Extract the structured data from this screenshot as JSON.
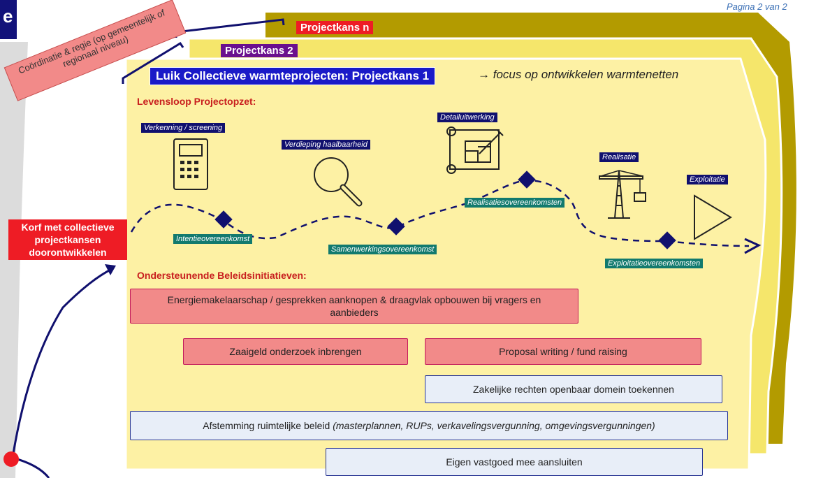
{
  "page_number": "Pagina 2 van 2",
  "header_letter": "e",
  "coordination_label": "Coördinatie & regie (op gemeentelijk of regionaal niveau)",
  "project_tags": {
    "n": "Projectkans n",
    "two": "Projectkans 2"
  },
  "title": "Luik Collectieve warmteprojecten: Projectkans 1",
  "focus": "→ focus op ontwikkelen warmtenetten",
  "lifecycle_heading": "Levensloop Projectopzet:",
  "stages": {
    "verkenning": "Verkenning / screening",
    "verdieping": "Verdieping haalbaarheid",
    "detail": "Detailuitwerking",
    "realisatie": "Realisatie",
    "exploitatie": "Exploitatie"
  },
  "agreements": {
    "intentie": "Intentieovereenkomst",
    "samenwerking": "Samenwerkingsovereenkomst",
    "realisatie": "Realisatiesovereenkomsten",
    "exploitatie": "Exploitatieovereenkomsten"
  },
  "korf": "Korf met collectieve projectkansen doorontwikkelen",
  "support_heading": "Ondersteunende Beleidsinitiatieven:",
  "initiatives": {
    "energiemakelaar": "Energiemakelaarschap / gesprekken aanknopen & draagvlak opbouwen bij vragers en aanbieders",
    "zaaigeld": "Zaaigeld onderzoek inbrengen",
    "proposal": "Proposal writing / fund raising",
    "zakelijke": "Zakelijke rechten openbaar domein toekennen",
    "afstemming_main": "Afstemming ruimtelijke beleid ",
    "afstemming_detail": "(masterplannen, RUPs, verkavelingsvergunning, omgevingsvergunningen)",
    "vastgoed": "Eigen vastgoed mee aansluiten"
  },
  "colors": {
    "page_back": "#b39b00",
    "page_mid": "#f5e66b",
    "page_front": "#fdf1a4",
    "navy": "#10106e",
    "teal": "#127a6e",
    "red": "#ee1c25"
  }
}
